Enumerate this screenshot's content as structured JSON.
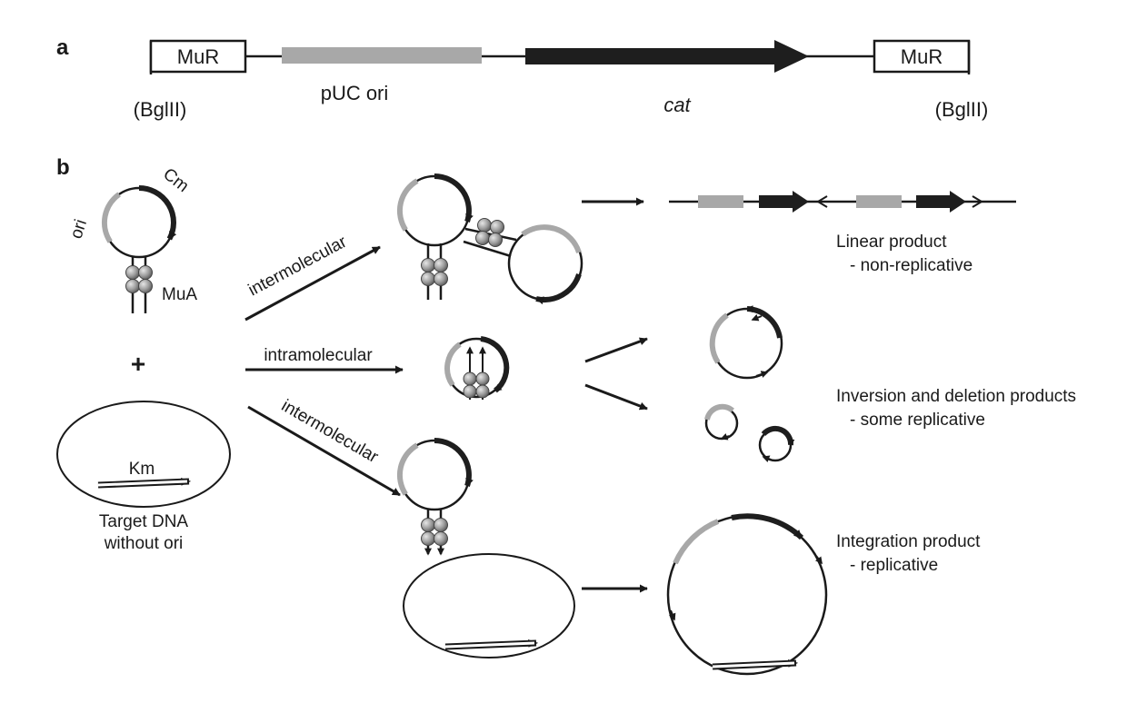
{
  "colors": {
    "ink": "#1a1a1a",
    "ori_gray": "#a8a8a8",
    "dark": "#1e1e1e",
    "bead": "#9a9a9a"
  },
  "panel_a": {
    "letter": "a",
    "mur_left": "MuR",
    "mur_right": "MuR",
    "bgl_left": "(BglII)",
    "bgl_right": "(BglII)",
    "puc_ori": "pUC ori",
    "cat": "cat"
  },
  "panel_b": {
    "letter": "b",
    "ori": "ori",
    "cm": "Cm",
    "mua": "MuA",
    "plus": "+",
    "km": "Km",
    "target_line1": "Target DNA",
    "target_line2": "without ori",
    "intermolecular_top": "intermolecular",
    "intramolecular": "intramolecular",
    "intermolecular_bottom": "intermolecular",
    "linear_title": "Linear product",
    "linear_sub": "- non-replicative",
    "inversion_title": "Inversion and deletion products",
    "inversion_sub": "- some replicative",
    "integration_title": "Integration product",
    "integration_sub": "- replicative"
  }
}
